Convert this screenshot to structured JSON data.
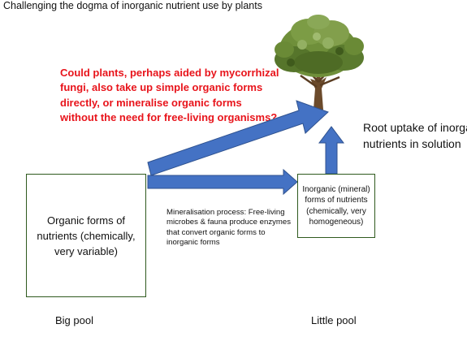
{
  "title": "Challenging the dogma of inorganic nutrient use by plants",
  "question": "Could plants, perhaps aided by mycorrhizal fungi, also take up simple organic forms directly, or mineralise organic forms without the need for free-living organisms?",
  "root_uptake": "Root uptake of inorganic nutrients in solution",
  "big_box": "Organic forms of nutrients (chemically, very variable)",
  "small_box": "Inorganic (mineral) forms of nutrients (chemically, very homogeneous)",
  "mineralisation": "Mineralisation process: Free-living microbes & fauna produce enzymes that convert organic forms to inorganic forms",
  "big_pool_label": "Big pool",
  "little_pool_label": "Little pool",
  "colors": {
    "arrow": "#4472c4",
    "arrow_stroke": "#2f528f",
    "box_border": "#2f5a1e",
    "question_text": "#e8141b"
  }
}
